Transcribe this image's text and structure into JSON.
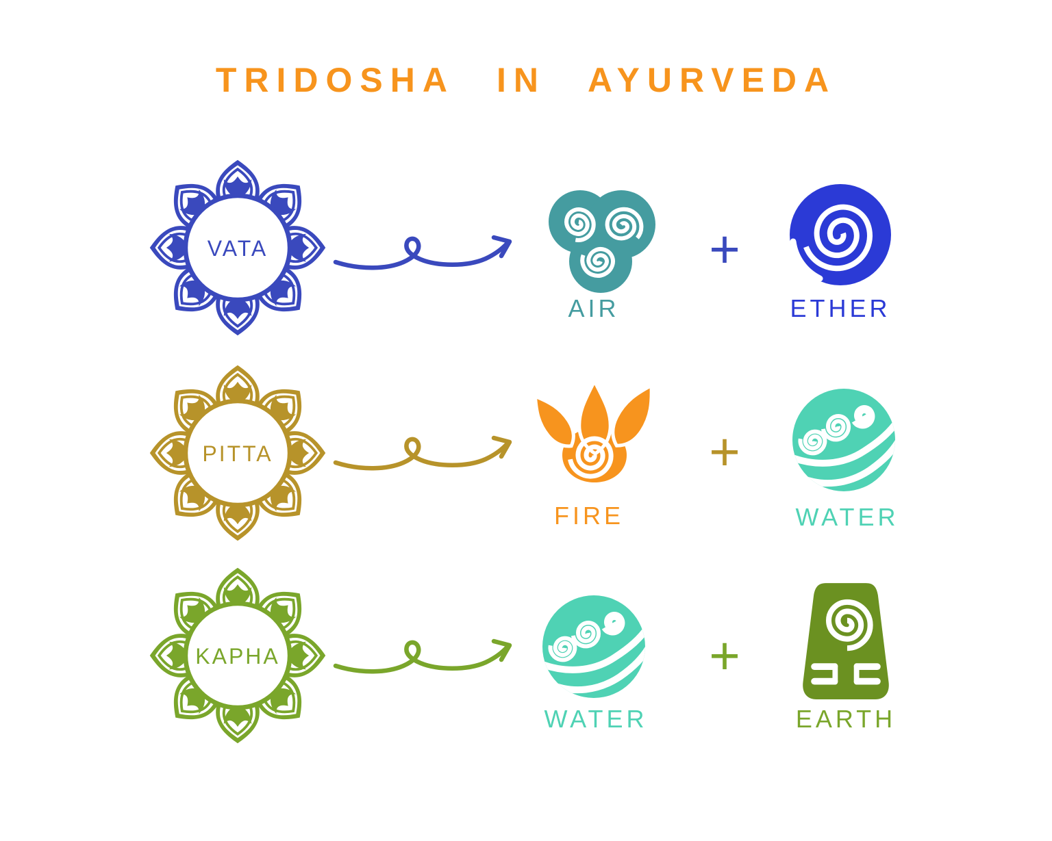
{
  "title": "TRIDOSHA IN AYURVEDA",
  "colors": {
    "title_orange": "#F7941D",
    "vata_blue": "#3A49BD",
    "ether_blue": "#2B3AD6",
    "air_teal": "#459CA0",
    "pitta_gold": "#B7932A",
    "fire_orange": "#F7941E",
    "water_turquoise": "#4FD2B4",
    "kapha_green": "#7AA62B",
    "earth_olive": "#6B9121"
  },
  "rows": [
    {
      "dosha": "VATA",
      "plus": "+",
      "elements": [
        {
          "label": "AIR",
          "icon": "air-triskelion-icon"
        },
        {
          "label": "ETHER",
          "icon": "ether-spiral-icon"
        }
      ]
    },
    {
      "dosha": "PITTA",
      "plus": "+",
      "elements": [
        {
          "label": "FIRE",
          "icon": "fire-flame-icon"
        },
        {
          "label": "WATER",
          "icon": "water-wave-icon"
        }
      ]
    },
    {
      "dosha": "KAPHA",
      "plus": "+",
      "elements": [
        {
          "label": "WATER",
          "icon": "water-wave-icon"
        },
        {
          "label": "EARTH",
          "icon": "earth-boulder-icon"
        }
      ]
    }
  ]
}
